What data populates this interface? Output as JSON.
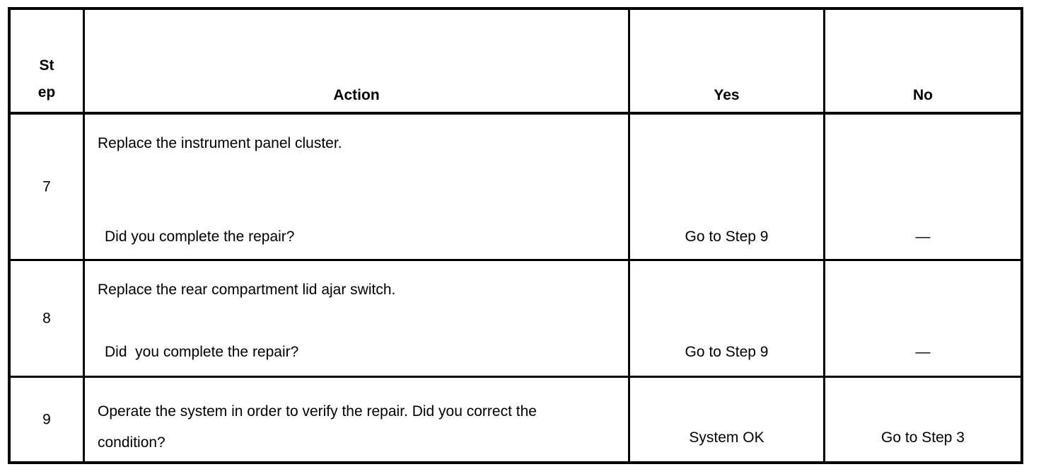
{
  "table": {
    "columns": [
      {
        "key": "step",
        "label": "St\nep"
      },
      {
        "key": "action",
        "label": "Action"
      },
      {
        "key": "yes",
        "label": "Yes"
      },
      {
        "key": "no",
        "label": "No"
      }
    ],
    "rows": [
      {
        "step": "7",
        "action_primary": "Replace the instrument panel cluster.",
        "action_question": "Did you complete the repair?",
        "yes": "Go to Step 9",
        "no": "—"
      },
      {
        "step": "8",
        "action_primary": "Replace the rear compartment lid ajar switch.",
        "action_question": "Did  you complete the repair?",
        "yes": "Go to Step 9",
        "no": "—"
      },
      {
        "step": "9",
        "action_paragraph": "Operate the system in order to verify the repair. Did you correct the condition?",
        "yes": "System OK",
        "no": "Go to Step 3"
      }
    ]
  }
}
